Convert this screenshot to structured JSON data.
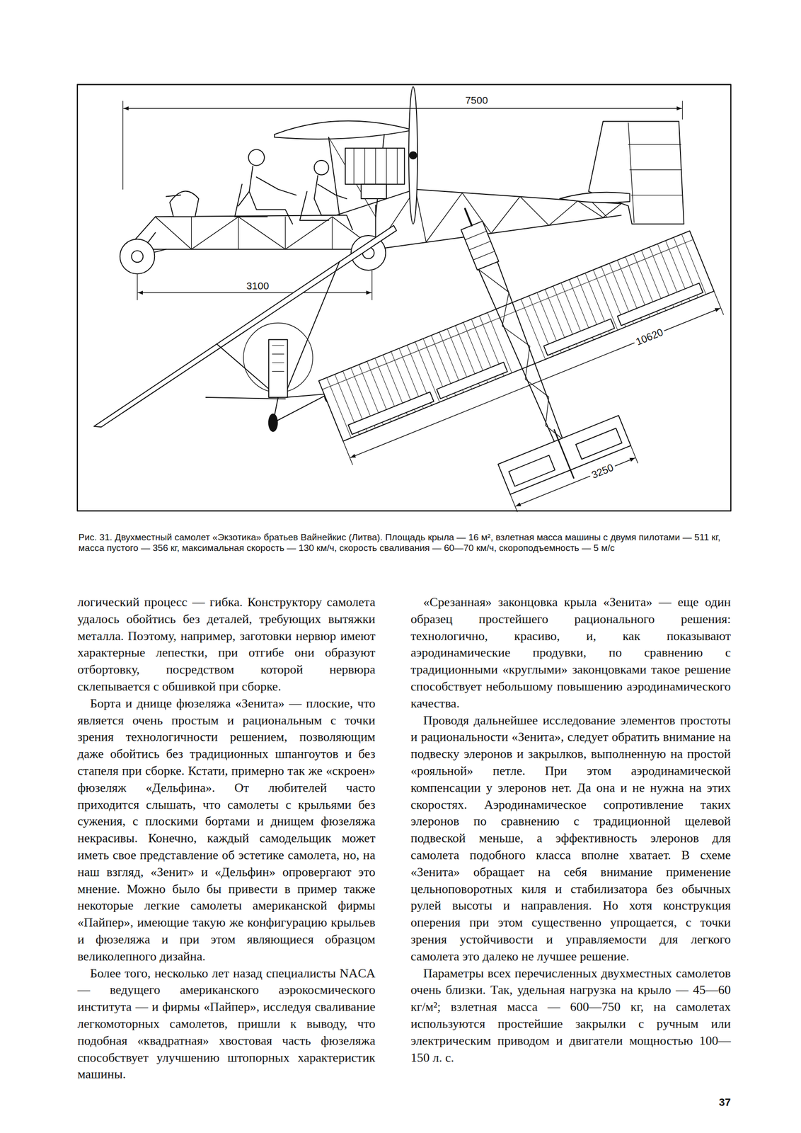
{
  "diagram": {
    "caption": "Рис. 31. Двухместный самолет «Экзотика» братьев Вайнейкис (Литва). Площадь крыла — 16 м², взлетная масса машины с двумя пилотами — 511 кг, масса пустого — 356 кг, максимальная скорость — 130 км/ч, скорость сваливания — 60—70 км/ч, скороподъемность — 5 м/с",
    "labels": [
      "7500",
      "3100",
      "10620",
      "3250",
      "логический процесс — гибка. Конструктору самолета удалось обойтись без деталей, требующих вытяжки металла. Поэтому, например, заготовки нервюр имеют характерные лепестки, при отгибе они образуют отбортовку, посредством которой нервюра склепывается с обшивкой при сборке.",
      "Борта и днище фюзеляжа «Зенита» — плоские, что является очень простым и рациональным с точки зрения технологичности решением, позволяющим даже обойтись без традиционных шпангоутов и без стапеля при сборке. Кстати, примерно так же «скроен» фюзеляж «Дельфина». От любителей часто приходится слышать, что самолеты с крыльями без сужения, с плоскими бортами и днищем фюзеляжа некрасивы. Конечно, каждый самодельщик может иметь свое представление об эстетике самолета, но, на наш взгляд, «Зенит» и «Дельфин» опровергают это мнение. Можно было бы привести в пример также некоторые легкие самолеты американской фирмы «Пайпер», имеющие такую же конфигурацию крыльев и фюзеляжа и при этом являющиеся образцом великолепного дизайна.",
      "Более того, несколько лет назад специалисты NACA — ведущего американского аэрокосмического института — и фирмы «Пайпер», исследуя сваливание легкомоторных самолетов, пришли к выводу, что подобная «квадратная» хвостовая часть фюзеляжа способствует улучшению штопорных характеристик машины.",
      "«Срезанная» законцовка крыла «Зенита» — еще один образец простейшего рационального решения: технологично, красиво, и, как показывают аэродинамические продувки, по сравнению с традиционными «круглыми» законцовками такое решение способствует небольшому повышению аэродинамического качества.",
      "Проводя дальнейшее исследование элементов простоты и рациональности «Зенита», следует обратить внимание на подвеску элеронов и закрылков, выполненную на простой «рояльной» петле. При этом аэродинамической компенсации у элеронов нет. Да она и не нужна на этих скоростях. Аэродинамическое сопротивление таких элеронов по сравнению с традиционной щелевой подвеской меньше, а эффективность элеронов для самолета подобного класса вполне хватает. В схеме «Зенита» обращает на себя внимание применение цельноповоротных киля и стабилизатора без обычных рулей высоты и направления. Но хотя конструкция оперения при этом существенно упрощается, с точки зрения устойчивости и управляемости для легкого самолета это далеко не лучшее решение.",
      "Параметры всех перечисленных двухместных самолетов очень близки. Так, удельная нагрузка на крыло — 45—60 кг/м²; взлетная масса — 600—750 кг, на самолетах используются простейшие закрылки с ручным или электрическим приводом и двигатели мощностью 100—150 л. с.",
      "37"
    ]
  }
}
